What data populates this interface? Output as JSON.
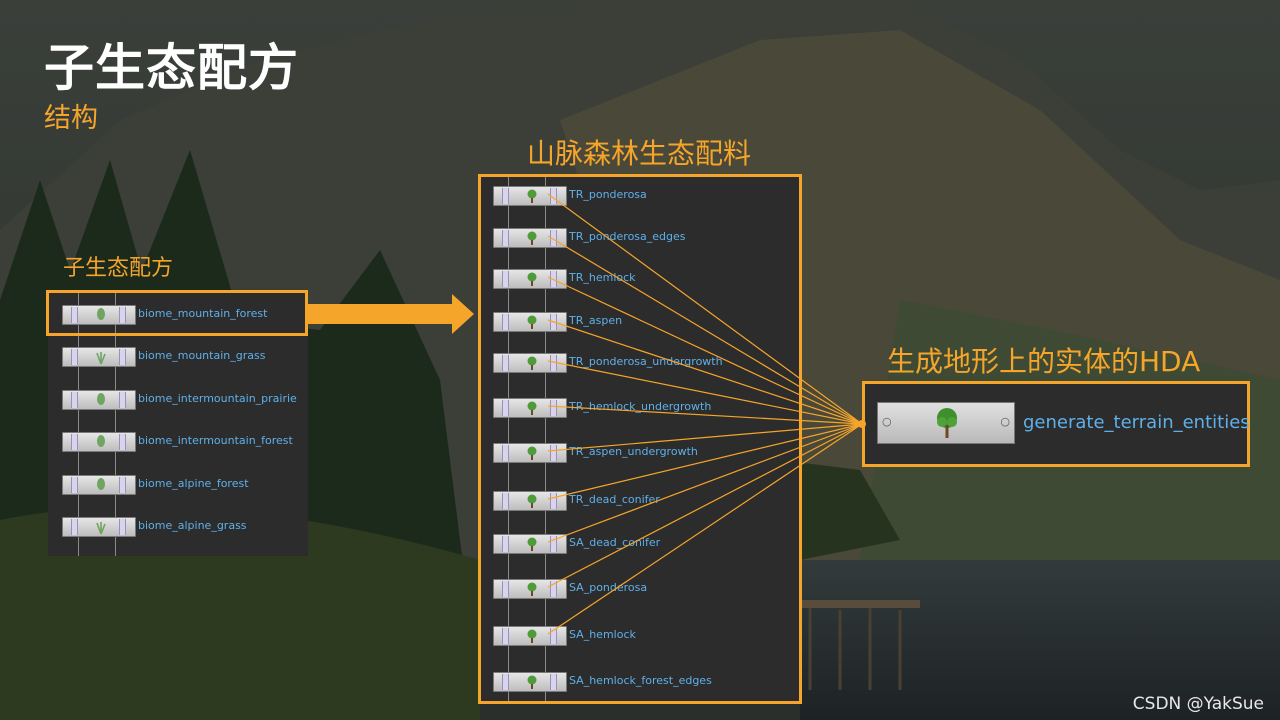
{
  "title": "子生态配方",
  "subtitle": "结构",
  "left_section": {
    "label": "子生态配方",
    "items": [
      {
        "label": "biome_mountain_forest",
        "icon": "tree-sprout-icon"
      },
      {
        "label": "biome_mountain_grass",
        "icon": "grass-icon"
      },
      {
        "label": "biome_intermountain_prairie",
        "icon": "tree-sprout-icon"
      },
      {
        "label": "biome_intermountain_forest",
        "icon": "tree-sprout-icon"
      },
      {
        "label": "biome_alpine_forest",
        "icon": "tree-sprout-icon"
      },
      {
        "label": "biome_alpine_grass",
        "icon": "grass-icon"
      }
    ]
  },
  "middle_section": {
    "label": "山脉森林生态配料",
    "items": [
      {
        "label": "TR_ponderosa"
      },
      {
        "label": "TR_ponderosa_edges"
      },
      {
        "label": "TR_hemlock"
      },
      {
        "label": "TR_aspen"
      },
      {
        "label": "TR_ponderosa_undergrowth"
      },
      {
        "label": "TR_hemlock_undergrowth"
      },
      {
        "label": "TR_aspen_undergrowth"
      },
      {
        "label": "TR_dead_conifer"
      },
      {
        "label": "SA_dead_conifer"
      },
      {
        "label": "SA_ponderosa"
      },
      {
        "label": "SA_hemlock"
      },
      {
        "label": "SA_hemlock_forest_edges"
      }
    ]
  },
  "right_section": {
    "label": "生成地形上的实体的HDA",
    "node_label": "generate_terrain_entities"
  },
  "watermark": "CSDN @YakSue",
  "colors": {
    "accent": "#f5a52a",
    "node_text": "#5fb0ea",
    "panel": "#2c2c2c"
  }
}
